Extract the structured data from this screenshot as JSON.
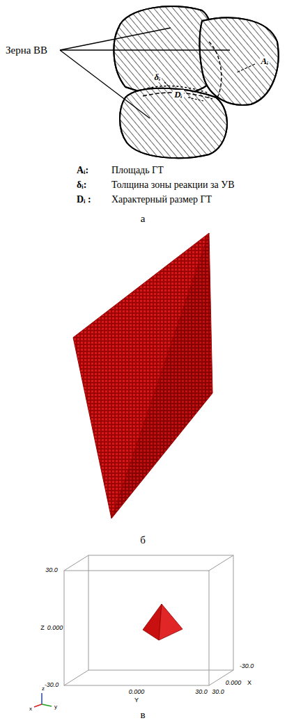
{
  "diagram": {
    "labels": [
      "Зерна ВВ",
      "Aᵢ",
      "δᵢ",
      "Dᵢ",
      "Aᵢ:",
      "Площадь ГТ",
      "δᵢ:",
      "Толщина зоны реакции за УВ",
      "Dᵢ :",
      "Характерный размер ГТ",
      "а",
      "б",
      "30.0",
      "Z",
      "0.000",
      "-30.0",
      "-30.0",
      "0.000",
      "X",
      "0.000",
      "Y",
      "30.0",
      "30.0",
      "z",
      "x",
      "y",
      "в"
    ]
  }
}
